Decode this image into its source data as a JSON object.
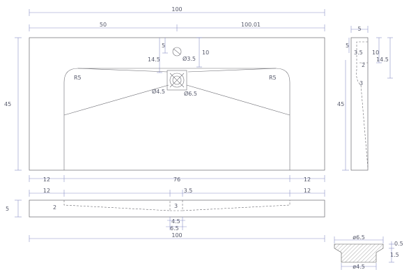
{
  "top_view": {
    "overall_width": "100",
    "left_half": "50",
    "right_half": "100.01",
    "height": "45",
    "hole_offset_top": "5",
    "drain_offset_top": "14.5",
    "hole_to_drain": "10",
    "tap_hole_dia": "Ø3.5",
    "radius_left": "R5",
    "radius_right": "R5",
    "drain_inner_dia": "Ø4.5",
    "drain_outer_dia": "Ø6.5",
    "left_margin": "12",
    "basin_width": "76",
    "right_margin": "12"
  },
  "side_view": {
    "top_width": "5",
    "overall_height": "45",
    "upper_rim": "5",
    "depth_step": "3.5",
    "hole_depth": "10",
    "drain_depth": "14.5",
    "small_a": "2",
    "small_b": "3"
  },
  "front_section": {
    "left_margin": "12",
    "drain_width": "3.5",
    "thickness": "5",
    "slope_depth": "2",
    "drain_depth": "3",
    "drain_inner": "4.5",
    "drain_outer": "6.5",
    "overall_width": "100"
  },
  "drain_detail": {
    "top_dia": "ø6.5",
    "bottom_dia": "ø4.5",
    "lip": "0.5",
    "height": "1.5"
  }
}
